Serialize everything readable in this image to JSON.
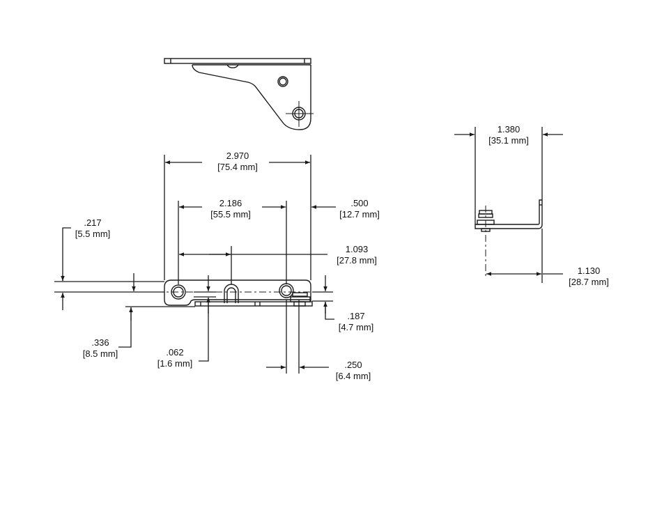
{
  "drawing": {
    "stroke_color": "#1a1a1a",
    "background": "#ffffff",
    "views": [
      "top-view-bracket",
      "front-view-hinge",
      "side-view-bracket"
    ]
  },
  "dimensions": {
    "overall_width": {
      "inch": "2.970",
      "mm": "[75.4 mm]"
    },
    "hole_spacing": {
      "inch": "2.186",
      "mm": "[55.5 mm]"
    },
    "edge_offset": {
      "inch": ".500",
      "mm": "[12.7 mm]"
    },
    "center_offset": {
      "inch": "1.093",
      "mm": "[27.8 mm]"
    },
    "top_height": {
      "inch": ".217",
      "mm": "[5.5 mm]"
    },
    "bottom_height": {
      "inch": ".336",
      "mm": "[8.5 mm]"
    },
    "thickness": {
      "inch": ".062",
      "mm": "[1.6 mm]"
    },
    "pin_height": {
      "inch": ".187",
      "mm": "[4.7 mm]"
    },
    "pin_offset": {
      "inch": ".250",
      "mm": "[6.4 mm]"
    },
    "side_width": {
      "inch": "1.380",
      "mm": "[35.1 mm]"
    },
    "side_pin_span": {
      "inch": "1.130",
      "mm": "[28.7 mm]"
    }
  }
}
